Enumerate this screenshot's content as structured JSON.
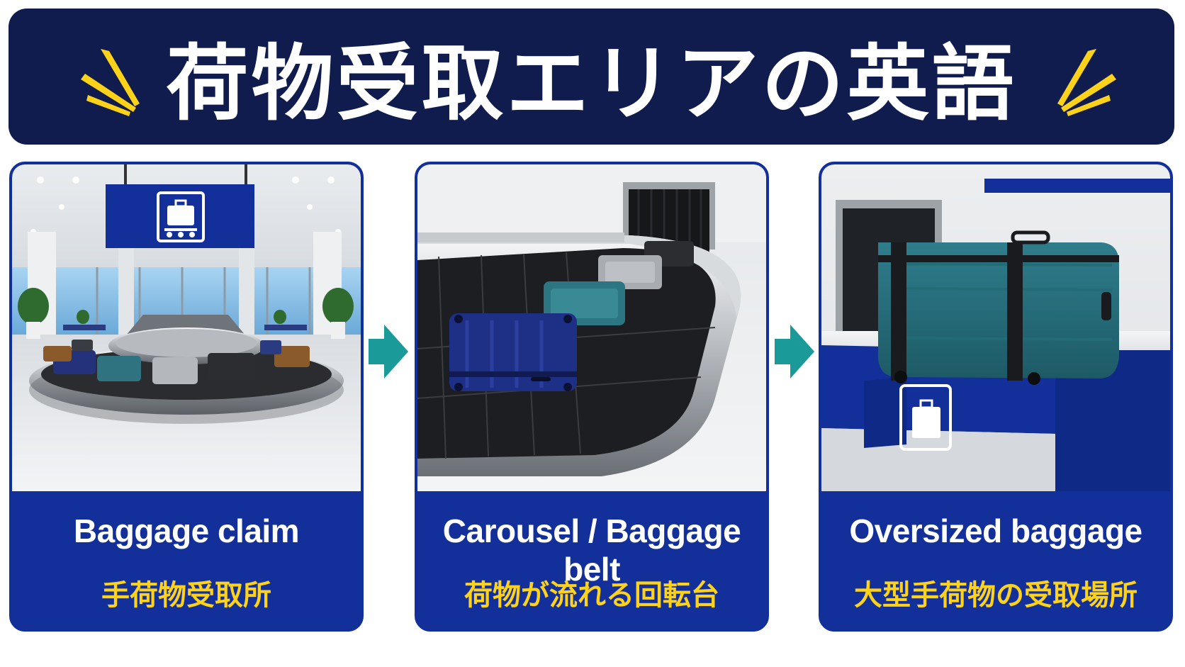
{
  "header": {
    "title": "荷物受取エリアの英語"
  },
  "colors": {
    "navy": "#0f1c4d",
    "card_blue": "#13309a",
    "accent_yellow": "#ffd21a",
    "arrow_teal": "#1a9a98"
  },
  "cards": [
    {
      "label_en": "Baggage claim",
      "label_ja": "手荷物受取所",
      "sign_icon": "baggage-cart-icon"
    },
    {
      "label_en": "Carousel / Baggage belt",
      "label_ja": "荷物が流れる回転台"
    },
    {
      "label_en": "Oversized baggage",
      "label_ja": "大型手荷物の受取場所",
      "sign_icon": "suitcase-icon"
    }
  ]
}
